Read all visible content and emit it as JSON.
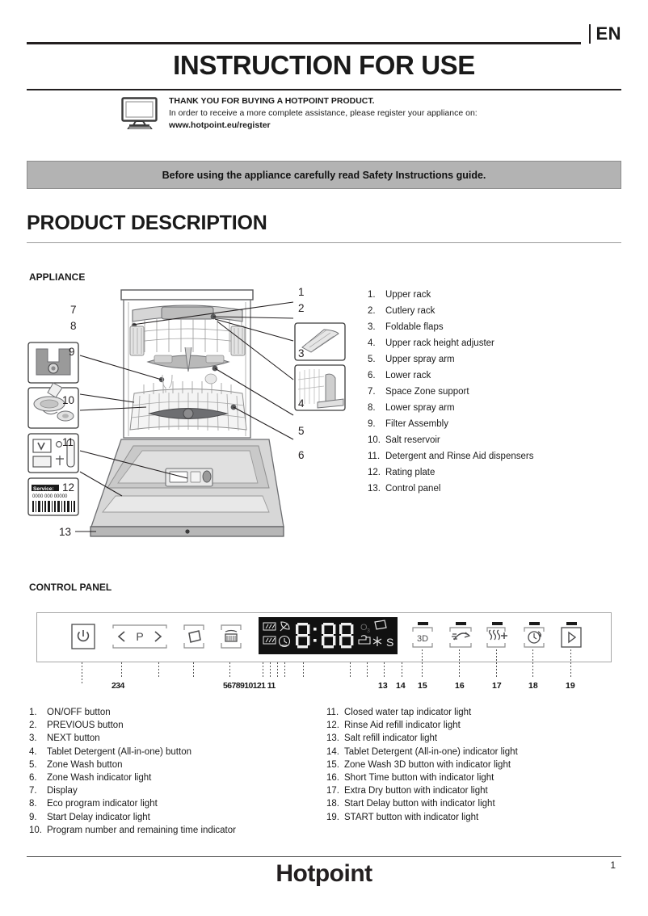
{
  "header": {
    "language": "EN",
    "title": "INSTRUCTION FOR USE",
    "thanks_title": "THANK YOU FOR BUYING A HOTPOINT PRODUCT.",
    "thanks_body": "In order to receive a more complete assistance, please register your appliance on:",
    "register_url": "www.hotpoint.eu/register",
    "monitor_icon": "monitor-icon"
  },
  "safety_banner": {
    "text": "Before using the appliance carefully read Safety Instructions guide."
  },
  "product_description": {
    "section_title": "PRODUCT  DESCRIPTION",
    "appliance_subtitle": "APPLIANCE",
    "control_panel_subtitle": "CONTROL PANEL"
  },
  "appliance_parts": [
    {
      "num": "1.",
      "label": "Upper rack"
    },
    {
      "num": "2.",
      "label": "Cutlery rack"
    },
    {
      "num": "3.",
      "label": "Foldable flaps"
    },
    {
      "num": "4.",
      "label": "Upper rack height adjuster"
    },
    {
      "num": "5.",
      "label": "Upper spray arm"
    },
    {
      "num": "6.",
      "label": "Lower  rack"
    },
    {
      "num": "7.",
      "label": "Space Zone support"
    },
    {
      "num": "8.",
      "label": "Lower spray arm"
    },
    {
      "num": "9.",
      "label": "Filter Assembly"
    },
    {
      "num": "10.",
      "label": "Salt reservoir"
    },
    {
      "num": "11.",
      "label": "Detergent and Rinse Aid dispensers"
    },
    {
      "num": "12.",
      "label": "Rating plate"
    },
    {
      "num": "13.",
      "label": "Control panel"
    }
  ],
  "diagram_callouts": {
    "c1": "1",
    "c2": "2",
    "c3": "3",
    "c4": "4",
    "c5": "5",
    "c6": "6",
    "c7": "7",
    "c8": "8",
    "c9": "9",
    "c10": "10",
    "c11": "11",
    "c12": "12",
    "c13": "13",
    "rating_plate_service": "Service:",
    "rating_plate_code": "0000 000 00000"
  },
  "control_panel": {
    "buttons": [
      {
        "name": "on-off-button",
        "glyph": "power-icon",
        "label": ""
      },
      {
        "name": "program-selector",
        "glyph": "prev-next-icon",
        "label": "P"
      },
      {
        "name": "tablet-detergent-button",
        "glyph": "tablet-icon",
        "label": ""
      },
      {
        "name": "zone-wash-button",
        "glyph": "zone-wash-icon",
        "label": ""
      },
      {
        "name": "zone-wash-3d-button",
        "glyph": "3d-icon",
        "label": "3D"
      },
      {
        "name": "short-time-button",
        "glyph": "speed-icon",
        "label": ""
      },
      {
        "name": "extra-dry-button",
        "glyph": "extra-dry-icon",
        "label": "+"
      },
      {
        "name": "start-delay-button",
        "glyph": "clock-icon",
        "label": ""
      },
      {
        "name": "start-button",
        "glyph": "play-icon",
        "label": ""
      }
    ],
    "display": {
      "digits": "8:88",
      "ozone_label": "O",
      "ozone_sub": "3",
      "s_label": "S"
    },
    "number_group_left": "234",
    "number_group_mid": "5678910121 11",
    "numbers_right": [
      "13",
      "14",
      "15",
      "16",
      "17",
      "18",
      "19"
    ]
  },
  "control_panel_legend_left": [
    {
      "num": "1.",
      "label": "ON/OFF button"
    },
    {
      "num": "2.",
      "label": "PREVIOUS button"
    },
    {
      "num": "3.",
      "label": "NEXT button"
    },
    {
      "num": "4.",
      "label": "Tablet Detergent (All-in-one) button"
    },
    {
      "num": "5.",
      "label": "Zone Wash button"
    },
    {
      "num": "6.",
      "label": "Zone Wash indicator light"
    },
    {
      "num": "7.",
      "label": "Display"
    },
    {
      "num": "8.",
      "label": "Eco program indicator light"
    },
    {
      "num": "9.",
      "label": "Start Delay indicator light"
    },
    {
      "num": "10.",
      "label": "Program number and remaining time indicator"
    }
  ],
  "control_panel_legend_right": [
    {
      "num": "11.",
      "label": "Closed water tap indicator light"
    },
    {
      "num": "12.",
      "label": "Rinse Aid refill indicator light"
    },
    {
      "num": "13.",
      "label": "Salt refill indicator light"
    },
    {
      "num": "14.",
      "label": "Tablet Detergent (All-in-one) indicator light"
    },
    {
      "num": "15.",
      "label": "Zone Wash 3D button with indicator light"
    },
    {
      "num": "16.",
      "label": "Short Time button with indicator light"
    },
    {
      "num": "17.",
      "label": "Extra Dry button with indicator light"
    },
    {
      "num": "18.",
      "label": "Start Delay button with indicator light"
    },
    {
      "num": "19.",
      "label": "START button with indicator light"
    }
  ],
  "footer": {
    "brand": "Hotpoint",
    "page_number": "1"
  },
  "colors": {
    "banner_bg": "#b3b3b3",
    "ink": "#231f20",
    "lcd_bg": "#111111",
    "rule": "#9a9a9a"
  }
}
